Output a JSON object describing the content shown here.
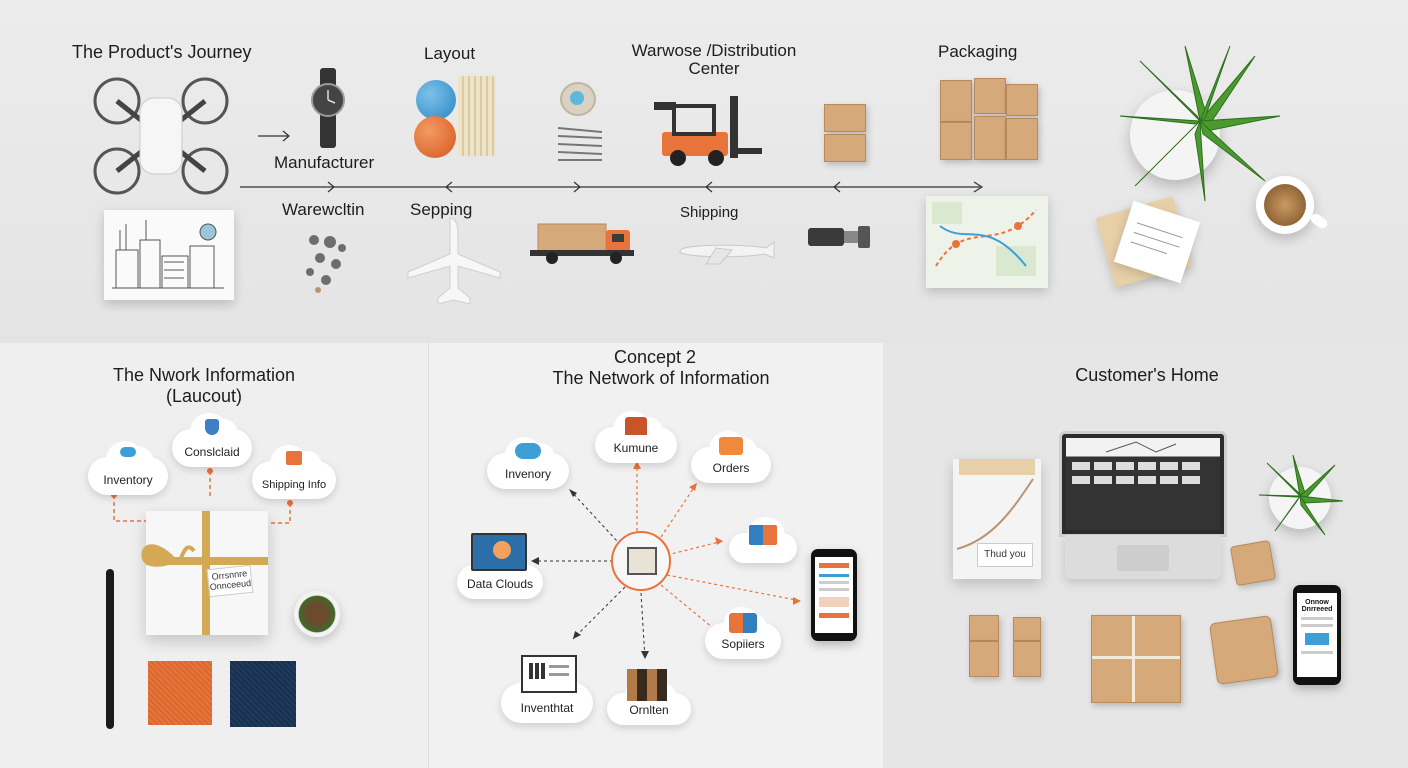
{
  "top_panel": {
    "title": "The Product's Journey",
    "labels": {
      "layout": "Layout",
      "warehouse": "Warwose /Distribution Center",
      "packaging": "Packaging",
      "manufacturer": "Manufacturer",
      "warewcltin": "Warewcltin",
      "sepping": "Sepping",
      "shipping": "Shipping"
    }
  },
  "bottom_left": {
    "title_line1": "The Nwork Information",
    "title_line2": "(Laucout)",
    "clouds": {
      "inventory": "Inventory",
      "consolidated": "Conslclaid",
      "shipping_info": "Shipping Info"
    },
    "tag_text_1": "Orrsnnre",
    "tag_text_2": "Onnceeud"
  },
  "bottom_middle": {
    "title_line1": "Concept 2",
    "title_line2": "The Network of Information",
    "nodes": {
      "inventory": "Invenory",
      "kumune": "Kumune",
      "orders": "Orders",
      "data_clouds": "Data Clouds",
      "sopliers": "Sopiiers",
      "inventthtat": "Inventhtat",
      "ornlten": "Ornlten"
    }
  },
  "bottom_right": {
    "title": "Customer's Home",
    "note": "Thud you",
    "phone_text_1": "Onnow",
    "phone_text_2": "Dnrreeed"
  },
  "colors": {
    "accent_orange": "#e8743b",
    "kraft": "#d5a97a",
    "wool_blue": "#3e9fd6",
    "navy": "#1f3a5c"
  }
}
